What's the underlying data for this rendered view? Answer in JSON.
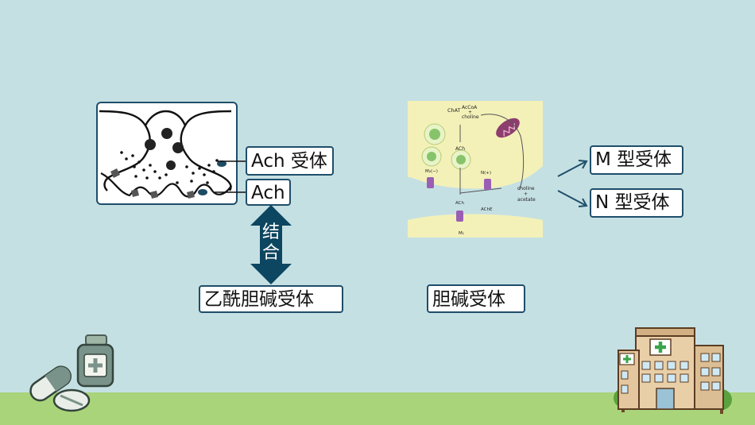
{
  "left_diagram": {
    "receptor_label": "Ach 受体",
    "ach_label": "Ach",
    "bind_text": "结合",
    "caption": "乙酰胆碱受体"
  },
  "right_diagram": {
    "caption": "胆碱受体",
    "figure_labels": {
      "chat": "ChAT",
      "accoa": "AcCoA",
      "plus1": "+",
      "choline": "choline",
      "ach_top": "ACh",
      "m2": "M₂(−)",
      "n_plus": "N(+)",
      "ach_cleft": "ACh",
      "ache": "AChE",
      "choline_out": "choline",
      "plus2": "+",
      "acetate": "acetate",
      "m1": "M₁"
    },
    "types": [
      {
        "label": "M 型受体"
      },
      {
        "label": "N 型受体"
      }
    ]
  },
  "colors": {
    "background": "#c5e0e3",
    "ground": "#a9d47a",
    "border": "#1f4e6a",
    "arrow": "#0d4660"
  }
}
